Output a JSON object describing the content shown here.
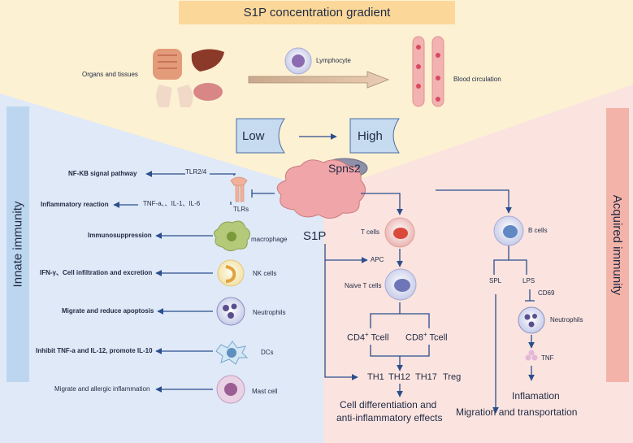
{
  "header": {
    "title": "S1P concentration gradient"
  },
  "top_row": {
    "organs_label": "Organs and tissues",
    "lymphocyte_label": "Lymphocyte",
    "blood_label": "Blood circulation",
    "low_label": "Low",
    "high_label": "High"
  },
  "center": {
    "spns2_label": "Spns2",
    "s1p_label": "S1P"
  },
  "innate": {
    "panel_title": "Innate immunity",
    "tlr24_label": "TLR2/4",
    "cytokines_label": "TNF-a、、IL-1、IL-6",
    "tlrs_label": "TLRs",
    "nfkb_label": "NF-KB signal pathway",
    "inflammatory_label": "Inflammatory reaction",
    "immunosuppression_label": "Immunosuppression",
    "macrophage_label": "macrophage",
    "nk_effect_label": "IFN-γ、Cell infiltration and excretion",
    "nk_label": "NK cells",
    "neutro_effect_label": "Migrate and reduce apoptosis",
    "neutro_label": "Neutrophils",
    "dc_effect_label": "Inhibit TNF-a and IL-12, promote IL-10",
    "dc_label": "DCs",
    "mast_effect_label": "Migrate and allergic inflammation",
    "mast_label": "Mast cell"
  },
  "tcell": {
    "tcells_label": "T cells",
    "apc_label": "APC",
    "naive_label": "Naive T cells",
    "cd4_label": "CD4",
    "cd4_sup": "+",
    "cd4_suffix": "Tcell",
    "cd8_label": "CD8",
    "cd8_sup": "+",
    "cd8_suffix": "Tcell",
    "th1": "TH1",
    "th12": "TH12",
    "th17": "TH17",
    "treg": "Treg",
    "outcome_line1": "Cell differentiation and",
    "outcome_line2": "anti-inflammatory effects"
  },
  "acquired": {
    "panel_title": "Acquired immunity",
    "bcells_label": "B cells",
    "spl_label": "SPL",
    "lps_label": "LPS",
    "cd69_label": "CD69",
    "neutro_label": "Neutrophils",
    "tnf_label": "TNF",
    "inflamation_label": "Inflamation",
    "migration_label": "Migration and transportation"
  },
  "colors": {
    "top_bg": "#fdf1d3",
    "left_bg": "#dfe9f7",
    "right_bg": "#fbe3df",
    "title_box": "#fbd89a",
    "innate_box": "#bdd6ef",
    "acquired_box": "#f4b3a8",
    "arrow": "#2b4e8c",
    "cloud": "#f0a5a8",
    "spns2": "#8e8fa8",
    "low_high": "#c6daf0"
  }
}
